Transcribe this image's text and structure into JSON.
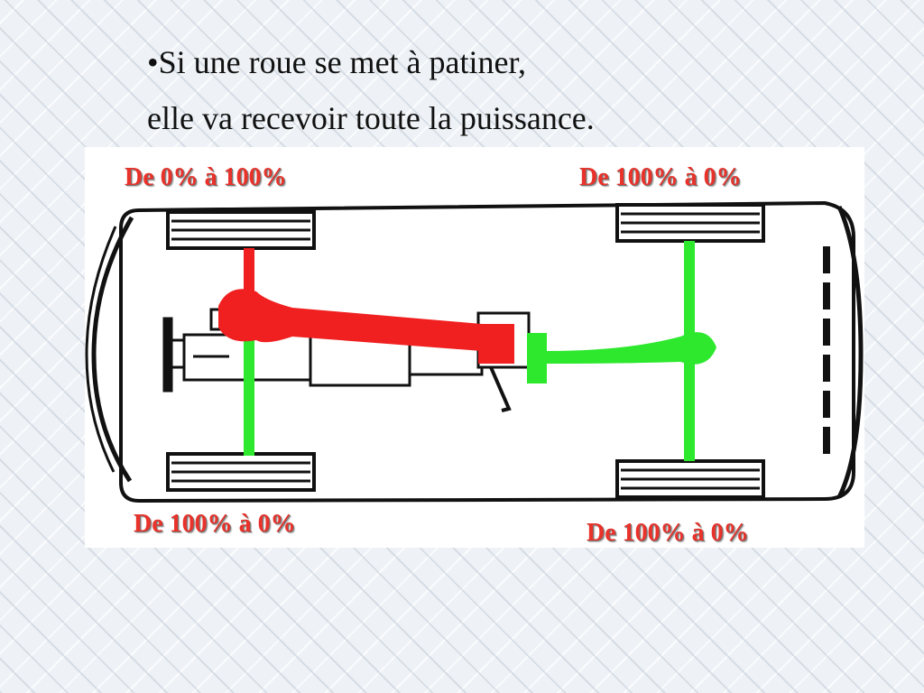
{
  "slide": {
    "bullet_line_1": "•Si une roue se met à patiner,",
    "bullet_line_2": "elle va recevoir toute la puissance."
  },
  "diagram": {
    "labels": {
      "front_left": "De 0% à 100%",
      "rear_left": "De 100% à 0%",
      "front_right": "De 100% à 0%",
      "rear_right": "De 100% à 0%"
    },
    "colors": {
      "label": "#e8322a",
      "active_power": "#f02020",
      "idle_power": "#2ee82e",
      "outline": "#111111"
    }
  }
}
